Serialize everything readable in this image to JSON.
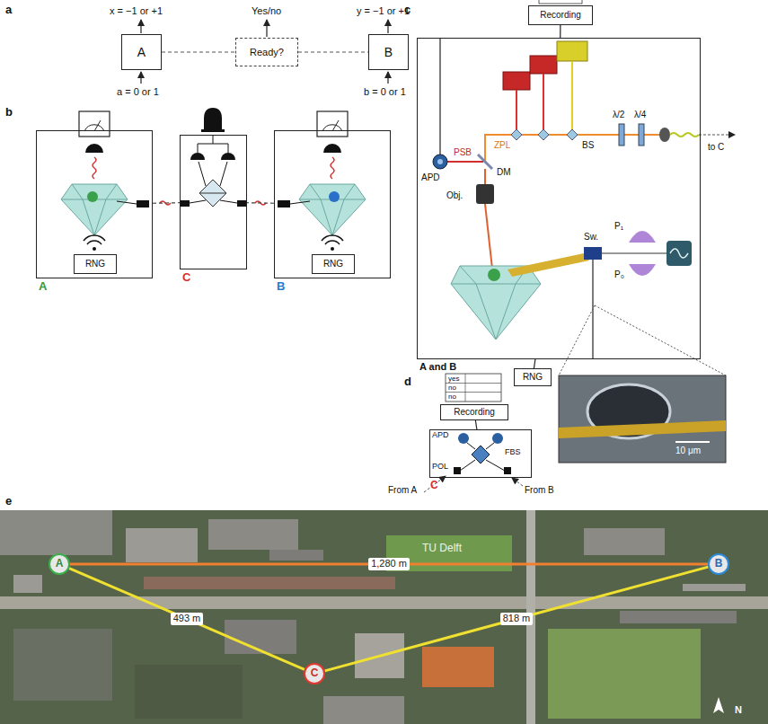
{
  "diagram": {
    "nodes": [
      {
        "text": [
          "A"
        ]
      },
      {
        "text": [
          "Ready?"
        ]
      },
      {
        "text": [
          "B"
        ]
      },
      {
        "text": [
          "A"
        ]
      },
      {
        "text": [
          "RNG"
        ],
        "in": 3
      },
      {
        "text": [
          "C"
        ]
      },
      {
        "text": [
          "B"
        ]
      },
      {
        "text": [
          "RNG"
        ],
        "in": 6
      },
      {
        "text": [
          "Recording"
        ]
      },
      {
        "text": [
          "A and B"
        ]
      },
      {
        "text": [
          "RNG"
        ]
      },
      {
        "text": [
          "Recording"
        ]
      },
      {
        "text": [
          "C"
        ]
      },
      {
        "text": [
          "A"
        ]
      },
      {
        "text": [
          "C"
        ]
      },
      {
        "text": [
          "B"
        ]
      }
    ],
    "edges": [
      {
        "from": 0,
        "to": 1,
        "arrow": "none"
      },
      {
        "from": 1,
        "to": 2,
        "arrow": "none"
      },
      {
        "from": 3,
        "to": 5,
        "arrow": "none"
      },
      {
        "from": 6,
        "to": 5,
        "arrow": "none"
      },
      {
        "from": 9,
        "to": 8,
        "arrow": "none"
      },
      {
        "from": 10,
        "to": 9,
        "arrow": "none"
      },
      {
        "from": 12,
        "to": 11,
        "arrow": "none"
      },
      {
        "from": 13,
        "to": 15,
        "label": "1,280 m",
        "arrow": "none"
      },
      {
        "from": 13,
        "to": 14,
        "label": "493 m",
        "arrow": "none"
      },
      {
        "from": 14,
        "to": 15,
        "label": "818 m",
        "arrow": "none"
      }
    ],
    "labels": [
      "a",
      "x = −1 or +1",
      "Yes/no",
      "y = −1 or +1",
      "a = 0 or 1",
      "b = 0 or 1",
      "b",
      "c",
      "APD",
      "PSB",
      "DM",
      "Obj.",
      "ZPL",
      "BS",
      "λ/2",
      "λ/4",
      "to C",
      "Sw.",
      "P₁",
      "P₀",
      "10 μm",
      "d",
      "yes",
      "no",
      "no",
      "APD",
      "FBS",
      "POL",
      "From A",
      "From B",
      "e",
      "TU Delft",
      "N"
    ]
  }
}
